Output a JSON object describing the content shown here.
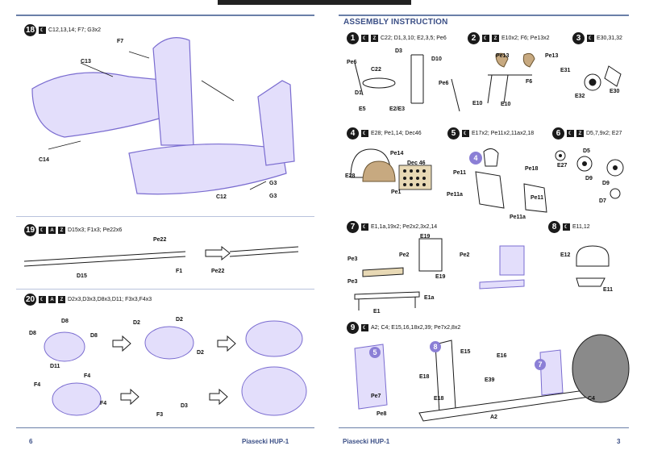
{
  "left_page": {
    "footer_page": "6",
    "footer_title": "Piasecki HUP-1",
    "step18": {
      "num": "18",
      "parts": "C12,13,14; F7; G3x2",
      "labels": [
        "F7",
        "C13",
        "C14",
        "C12",
        "G3",
        "G3"
      ]
    },
    "step19": {
      "num": "19",
      "parts": "D15x3; F1x3; Pe22x6",
      "labels": [
        "Pe22",
        "F1",
        "Pe22",
        "D15"
      ]
    },
    "step20": {
      "num": "20",
      "parts": "D2x3,D3x3,D8x3,D11; F3x3,F4x3",
      "labels": [
        "D8",
        "D8",
        "D8",
        "D11",
        "D2",
        "D2",
        "D2",
        "F4",
        "F4",
        "F4",
        "F3",
        "D3"
      ]
    }
  },
  "right_page": {
    "header": "ASSEMBLY INSTRUCTION",
    "footer_page": "3",
    "footer_title": "Piasecki HUP-1",
    "steps": [
      {
        "num": "1",
        "parts": "C22; D1,3,10; E2,3,5; Pe6",
        "labels": [
          "D3",
          "D10",
          "Pe6",
          "C22",
          "D1",
          "Pe6",
          "E5",
          "E2/E3"
        ]
      },
      {
        "num": "2",
        "parts": "E10x2; F6; Pe13x2",
        "labels": [
          "Pe13",
          "Pe13",
          "F6",
          "E10",
          "E10"
        ]
      },
      {
        "num": "3",
        "parts": "E30,31,32",
        "labels": [
          "E31",
          "E32",
          "E30"
        ]
      },
      {
        "num": "4",
        "parts": "E28; Pe1,14; Dec46",
        "labels": [
          "Pe14",
          "Dec 46",
          "E28",
          "Pe1"
        ]
      },
      {
        "num": "5",
        "parts": "E17x2; Pe11x2,11ax2,18",
        "labels": [
          "Pe18",
          "Pe11",
          "Pe11a",
          "Pe11",
          "Pe11a"
        ]
      },
      {
        "num": "6",
        "parts": "D5,7,9x2; E27",
        "labels": [
          "D5",
          "E27",
          "D9",
          "D9",
          "D7"
        ]
      },
      {
        "num": "7",
        "parts": "E1,1a,19x2; Pe2x2,3x2,14",
        "labels": [
          "E19",
          "Pe3",
          "Pe2",
          "Pe2",
          "Pe3",
          "E19",
          "E1",
          "E1a"
        ]
      },
      {
        "num": "8",
        "parts": "E11,12",
        "labels": [
          "E12",
          "E11"
        ]
      },
      {
        "num": "9",
        "parts": "A2; C4; E15,16,18x2,39; Pe7x2,8x2",
        "labels": [
          "E15",
          "E16",
          "E18",
          "E39",
          "E18",
          "Pe7",
          "Pe8",
          "A2",
          "C4"
        ]
      }
    ]
  },
  "colors": {
    "accent": "#3b4f86",
    "part_purple": "#8b7fd6",
    "ink": "#1a1a1a"
  }
}
